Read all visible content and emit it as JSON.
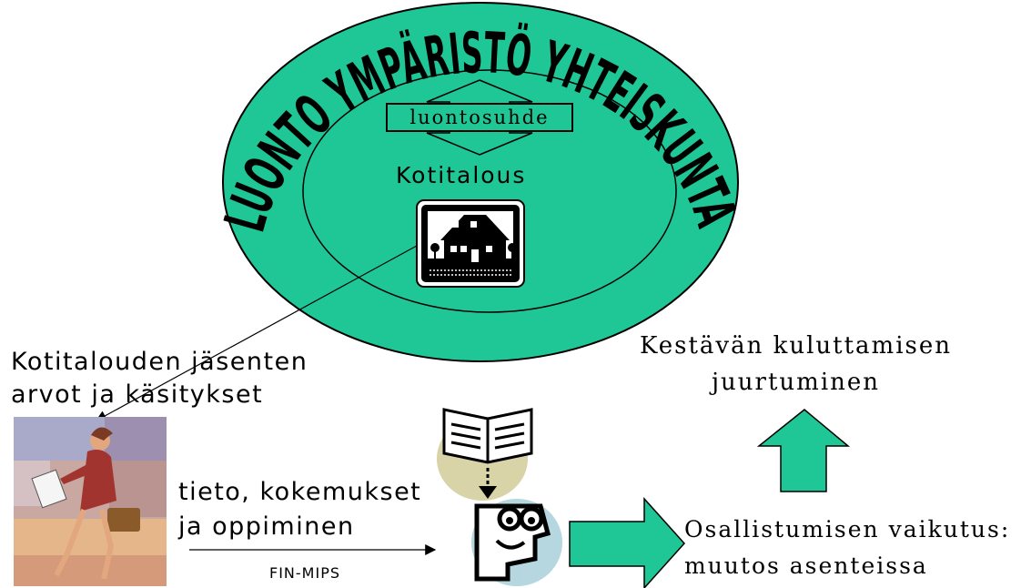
{
  "ring": {
    "words": [
      "LUONTO",
      "YMPÄRISTÖ",
      "YHTEISKUNTA"
    ]
  },
  "household": {
    "relationship": "luontosuhde",
    "label": "Kotitalous"
  },
  "member_values": {
    "line1": "Kotitalouden jäsenten",
    "line2": "arvot ja käsitykset"
  },
  "learning": {
    "line1": "tieto, kokemukset",
    "line2": "ja oppiminen",
    "tag": "FIN-MIPS"
  },
  "outcome": {
    "line1": "Kestävän kuluttamisen",
    "line2": "juurtuminen"
  },
  "participation": {
    "line1": "Osallistumisen vaikutus:",
    "line2": "muutos asenteissa"
  },
  "colors": {
    "green": "#1fc796",
    "outline": "#000000",
    "bubble_tan": "#d8d4a8",
    "bubble_blue": "#b6d7e0"
  }
}
